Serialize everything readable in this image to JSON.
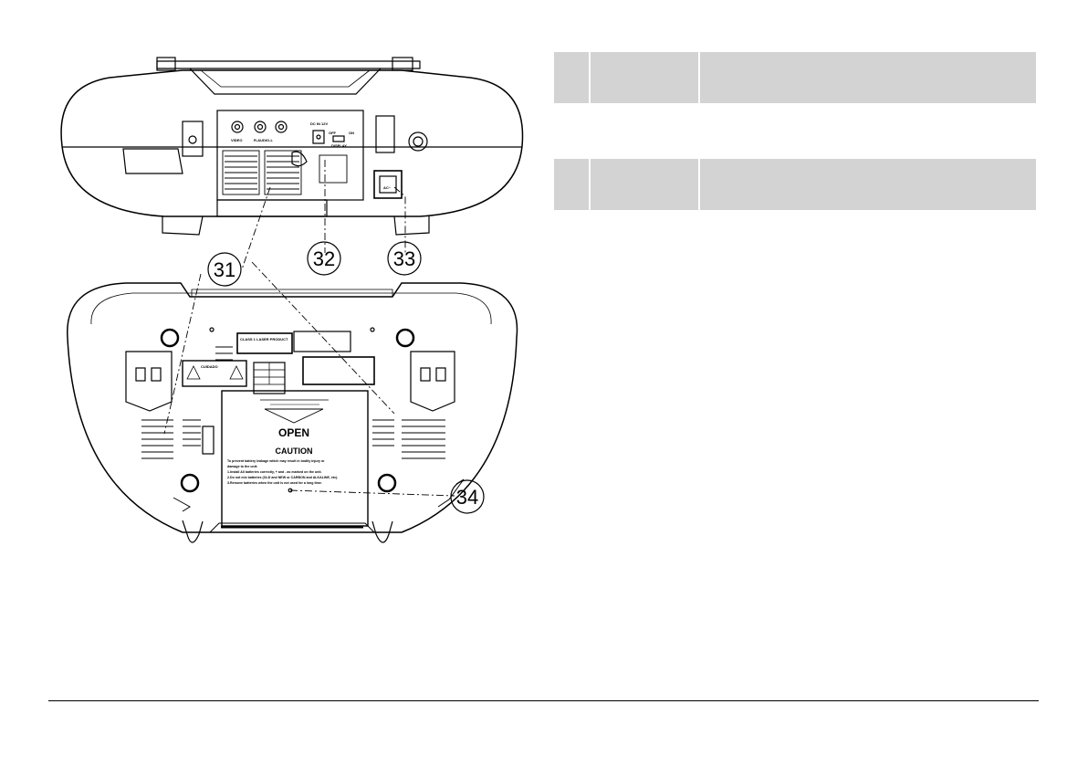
{
  "callouts": {
    "c31": "31",
    "c32": "32",
    "c33": "33",
    "c34": "34"
  },
  "panel_labels": {
    "video": "VIDEO",
    "audio": "R-AUDIO-L",
    "dc_in": "DC IN 12V",
    "off": "OFF",
    "on": "ON",
    "display": "DISPLAY",
    "ac": "AC~"
  },
  "bottom_labels": {
    "laser": "CLASS 1 LASER PRODUCT",
    "cuidado": "CUIDADO",
    "open": "OPEN",
    "caution": "CAUTION",
    "warning_line1": "To prevent battery leakage which may result in bodily injury or",
    "warning_line2": "damage to the unit:",
    "warning_line3": "1.Install All batteries correctly, + and - as marked on the unit.",
    "warning_line4": "2.Do not mix batteries (OLD and NEW or CARBON and ALKALINE, etc).",
    "warning_line5": "3.Remove batteries when the unit is not used for a long time."
  },
  "colors": {
    "table_fill": "#d3d3d3",
    "line": "#000000"
  }
}
